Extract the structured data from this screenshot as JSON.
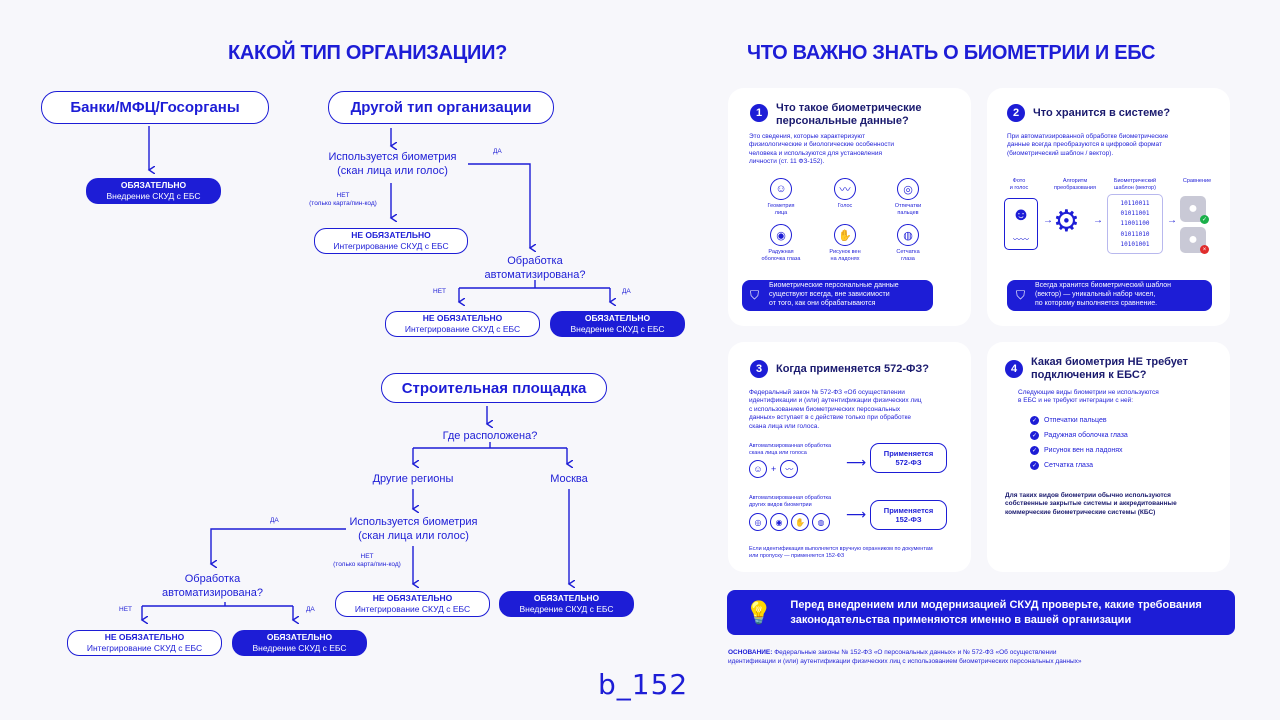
{
  "left": {
    "title": "КАКОЙ ТИП ОРГАНИЗАЦИИ?",
    "org_banks": "Банки/МФЦ/Госорганы",
    "org_other": "Другой тип организации",
    "org_build": "Строительная площадка",
    "mandatory_title": "ОБЯЗАТЕЛЬНО",
    "mandatory_sub": "Внедрение СКУД с ЕБС",
    "optional_title": "НЕ ОБЯЗАТЕЛЬНО",
    "optional_sub": "Интегрирование СКУД с ЕБС",
    "q_biometry": "Используется биометрия\n(скан лица или голос)",
    "q_auto": "Обработка\nавтоматизирована?",
    "q_where": "Где расположена?",
    "other_regions": "Другие регионы",
    "moscow": "Москва",
    "yes": "ДА",
    "no": "НЕТ",
    "no_detail": "НЕТ\n(только карта/пин-код)"
  },
  "right": {
    "title": "ЧТО ВАЖНО ЗНАТЬ О БИОМЕТРИИ И ЕБС",
    "card1": {
      "num": "1",
      "title": "Что такое биометрические\nперсональные данные?",
      "text": "Это сведения, которые характеризуют\nфизиологические и биологические особенности\nчеловека и используются для установления\nличности (ст. 11 ФЗ-152).",
      "items": [
        "Геометрия\nлица",
        "Голос",
        "Отпечатки\nпальцев",
        "Радужная\nоболочка глаза",
        "Рисунок вен\nна ладонях",
        "Сетчатка\nглаза"
      ],
      "note": "Биометрические персональные данные\nсуществуют всегда, вне зависимости\nот того, как они обрабатываются"
    },
    "card2": {
      "num": "2",
      "title": "Что хранится в системе?",
      "text": "При автоматизированной обработке биометрические\nданные всегда преобразуются в цифровой формат\n(биометрический шаблон / вектор).",
      "col_photo": "Фото\nи голос",
      "col_algo": "Алгоритм\nпреобразования",
      "col_tpl": "Биометрический\nшаблон (вектор)",
      "col_cmp": "Сравнение",
      "vector": [
        "10110011",
        "01011001",
        "11001100",
        "01011010",
        "10101001"
      ],
      "note": "Всегда хранится биометрический шаблон\n(вектор) — уникальный набор чисел,\nпо которому выполняется сравнение."
    },
    "card3": {
      "num": "3",
      "title": "Когда применяется 572-ФЗ?",
      "text": "Федеральный закон № 572-ФЗ «Об осуществлении\nидентификации и (или) аутентификации физических лиц\nс использованием биометрических персональных\nданных» вступает в с действие только при обработке\nскана лица или голоса.",
      "case1": "Автоматизированная обработка\nскана лица или голоса",
      "result1_a": "Применяется",
      "result1_b": "572-ФЗ",
      "case2": "Автоматизированная обработка\nдругих видов биометрии",
      "result2_a": "Применяется",
      "result2_b": "152-ФЗ",
      "footnote": "Если идентификация выполняется вручную охранником по документам\nили пропуску — применяется 152-ФЗ"
    },
    "card4": {
      "num": "4",
      "title": "Какая биометрия НЕ требует\nподключения к ЕБС?",
      "text": "Следующие виды биометрии не используются\nв ЕБС и не требуют интеграции с ней:",
      "items": [
        "Отпечатки пальцев",
        "Радужная оболочка глаза",
        "Рисунок вен на ладонях",
        "Сетчатка глаза"
      ],
      "footer": "Для таких видов биометрии обычно используются\nсобственные закрытые системы и аккредитованные\nкоммерческие биометрические системы (КБС)"
    },
    "banner": "Перед внедрением или модернизацией СКУД проверьте, какие требования\nзаконодательства применяются именно в вашей организации",
    "basis_label": "ОСНОВАНИЕ:",
    "basis_text": " Федеральные законы № 152-ФЗ «О персональных данных» и № 572-ФЗ «Об осуществлении\nидентификации и (или) аутентификации физических лиц с использованием биометрических персональных данных»"
  },
  "logo": "b_152",
  "colors": {
    "accent": "#1d1dd6",
    "dark": "#1a1a6e",
    "bg": "#f7f7fb"
  }
}
